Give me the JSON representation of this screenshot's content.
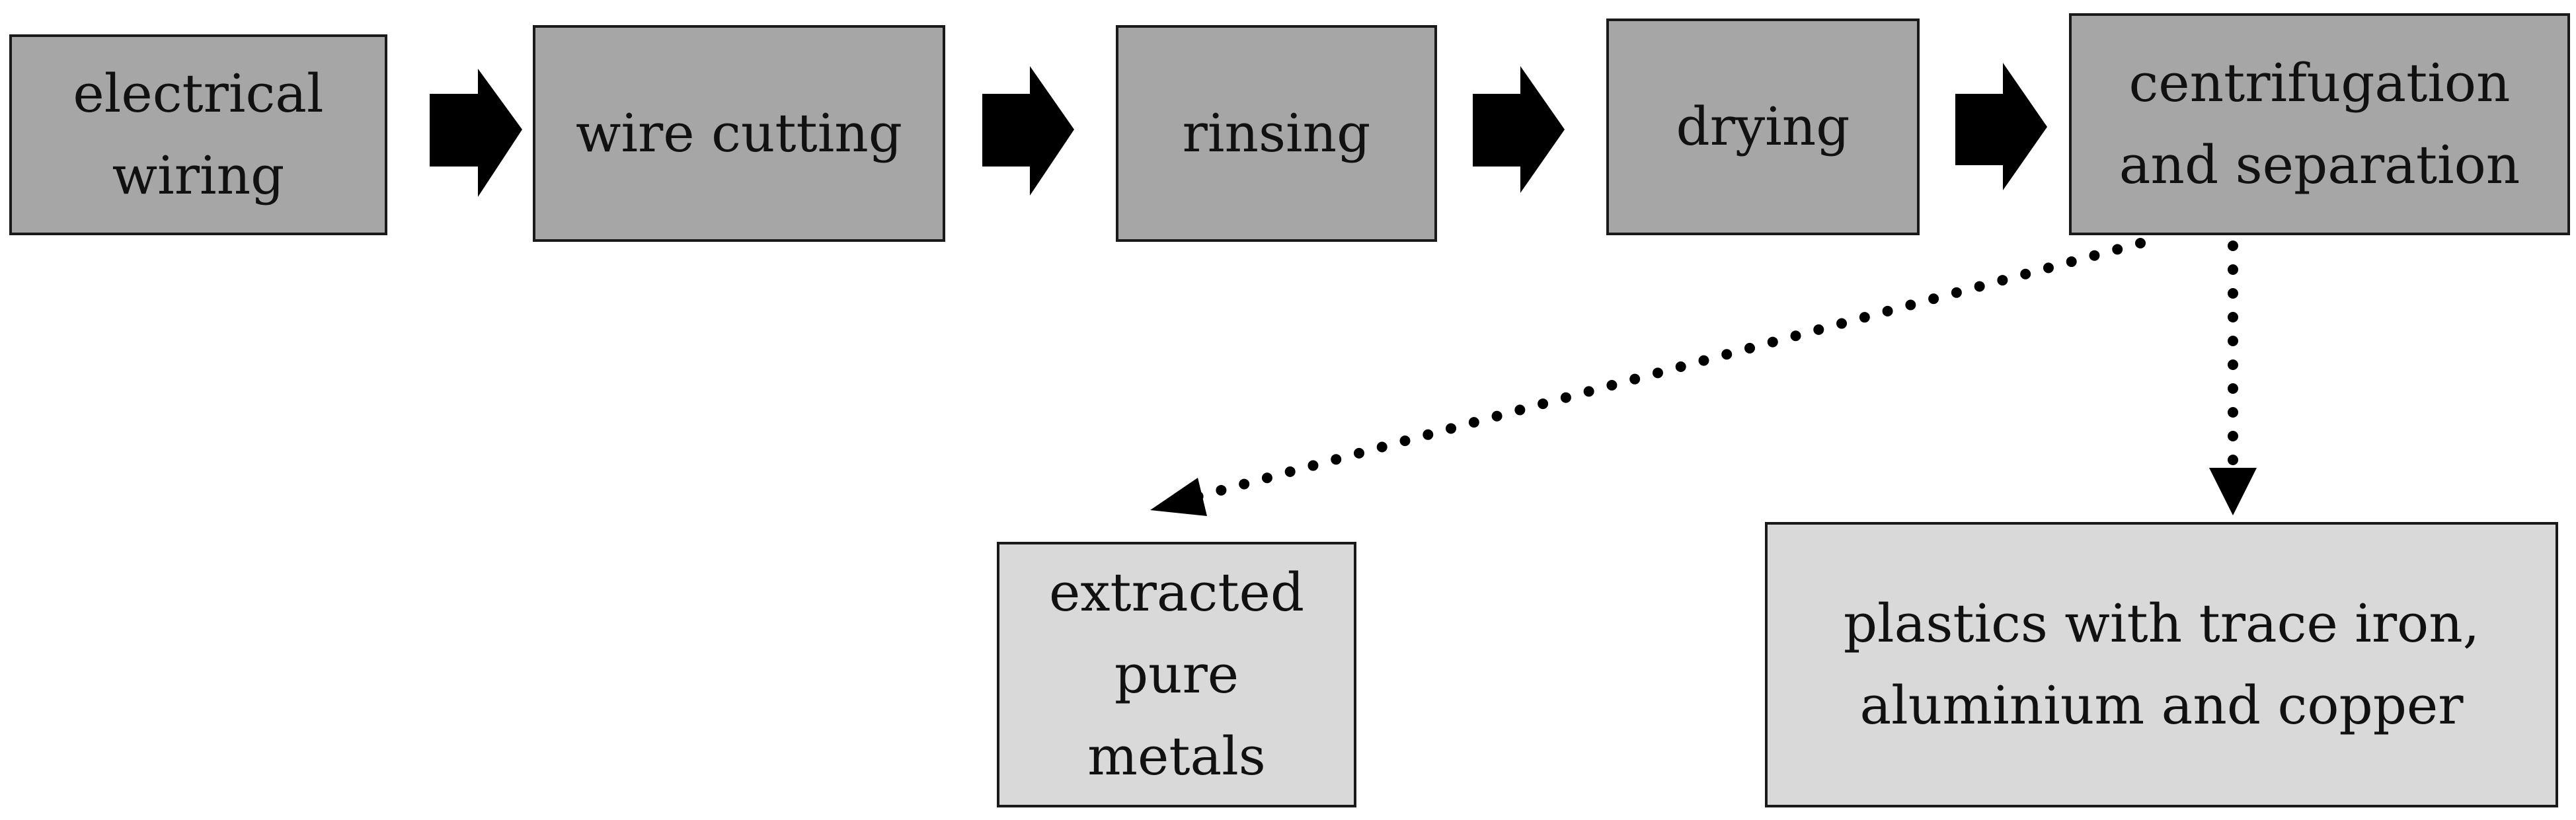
{
  "process_steps": [
    {
      "label": "electrical\nwiring"
    },
    {
      "label": "wire cutting"
    },
    {
      "label": "rinsing"
    },
    {
      "label": "drying"
    },
    {
      "label": "centrifugation\nand separation"
    }
  ],
  "outputs": [
    {
      "label": "extracted\npure\nmetals"
    },
    {
      "label": "plastics with trace iron,\naluminium and copper"
    }
  ],
  "colors": {
    "step_fill": "#a6a6a6",
    "output_fill": "#d9d9d9",
    "stroke": "#1a1a1a",
    "arrow_fill": "#000000"
  }
}
